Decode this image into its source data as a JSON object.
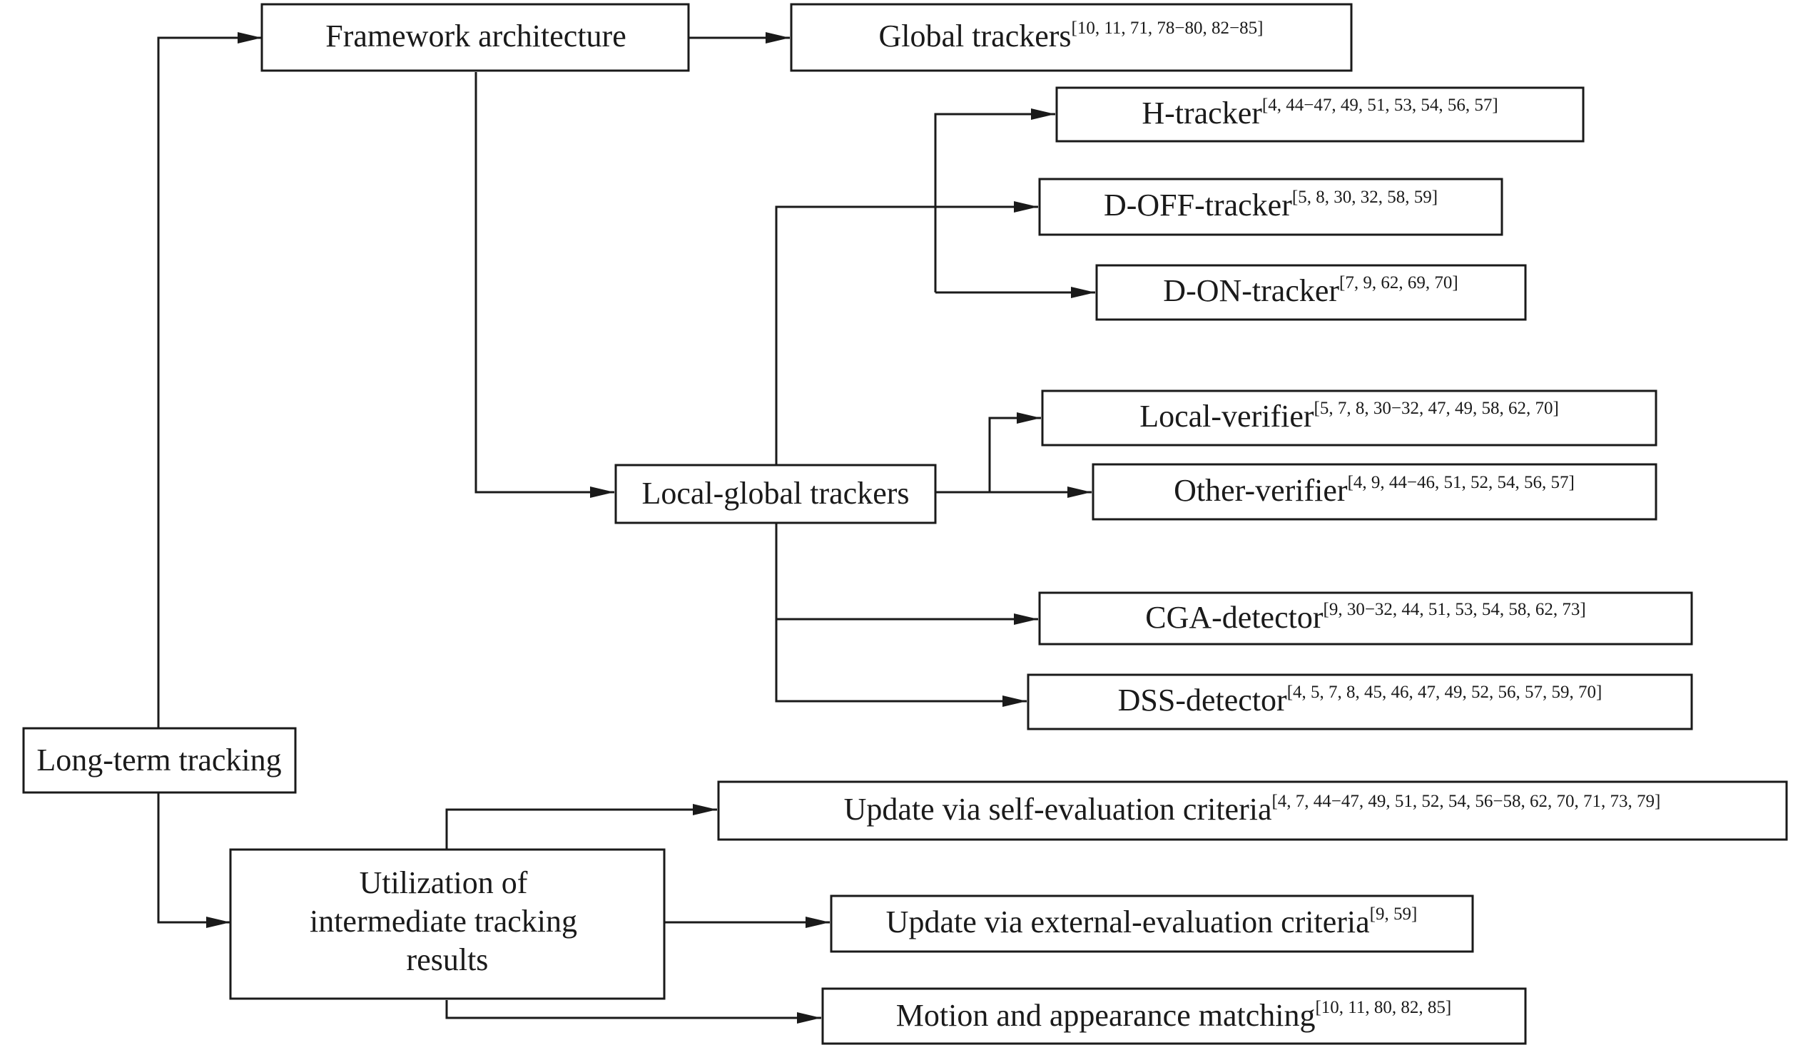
{
  "nodes": {
    "root": {
      "lines": [
        "Long-term tracking"
      ]
    },
    "framework": {
      "lines": [
        "Framework architecture"
      ]
    },
    "global_trackers": {
      "text": "Global trackers",
      "refs": "[10, 11, 71, 78−80, 82−85]"
    },
    "local_global": {
      "lines": [
        "Local-global trackers"
      ]
    },
    "h_tracker": {
      "text": "H-tracker",
      "refs": "[4, 44−47, 49, 51, 53, 54, 56, 57]"
    },
    "d_off_tracker": {
      "text": "D-OFF-tracker",
      "refs": "[5, 8, 30, 32, 58, 59]"
    },
    "d_on_tracker": {
      "text": "D-ON-tracker",
      "refs": "[7, 9, 62, 69, 70]"
    },
    "local_verifier": {
      "text": "Local-verifier",
      "refs": "[5, 7, 8, 30−32, 47, 49, 58, 62, 70]"
    },
    "other_verifier": {
      "text": "Other-verifier",
      "refs": "[4, 9, 44−46, 51, 52, 54, 56, 57]"
    },
    "cga_detector": {
      "text": "CGA-detector",
      "refs": "[9, 30−32, 44, 51, 53, 54, 58, 62, 73]"
    },
    "dss_detector": {
      "text": "DSS-detector",
      "refs": "[4, 5, 7, 8, 45, 46, 47, 49, 52, 56, 57, 59, 70]"
    },
    "utilization": {
      "lines": [
        "Utilization of",
        "intermediate tracking",
        "results"
      ]
    },
    "update_self": {
      "text": "Update via self-evaluation criteria",
      "refs": "[4, 7, 44−47, 49, 51, 52, 54, 56−58, 62, 70, 71, 73, 79]"
    },
    "update_external": {
      "text": "Update via external-evaluation criteria",
      "refs": "[9, 59]"
    },
    "motion_matching": {
      "text": "Motion and appearance matching",
      "refs": "[10, 11, 80, 82, 85]"
    }
  },
  "colors": {
    "stroke": "#1a1a1a",
    "background": "#ffffff"
  }
}
